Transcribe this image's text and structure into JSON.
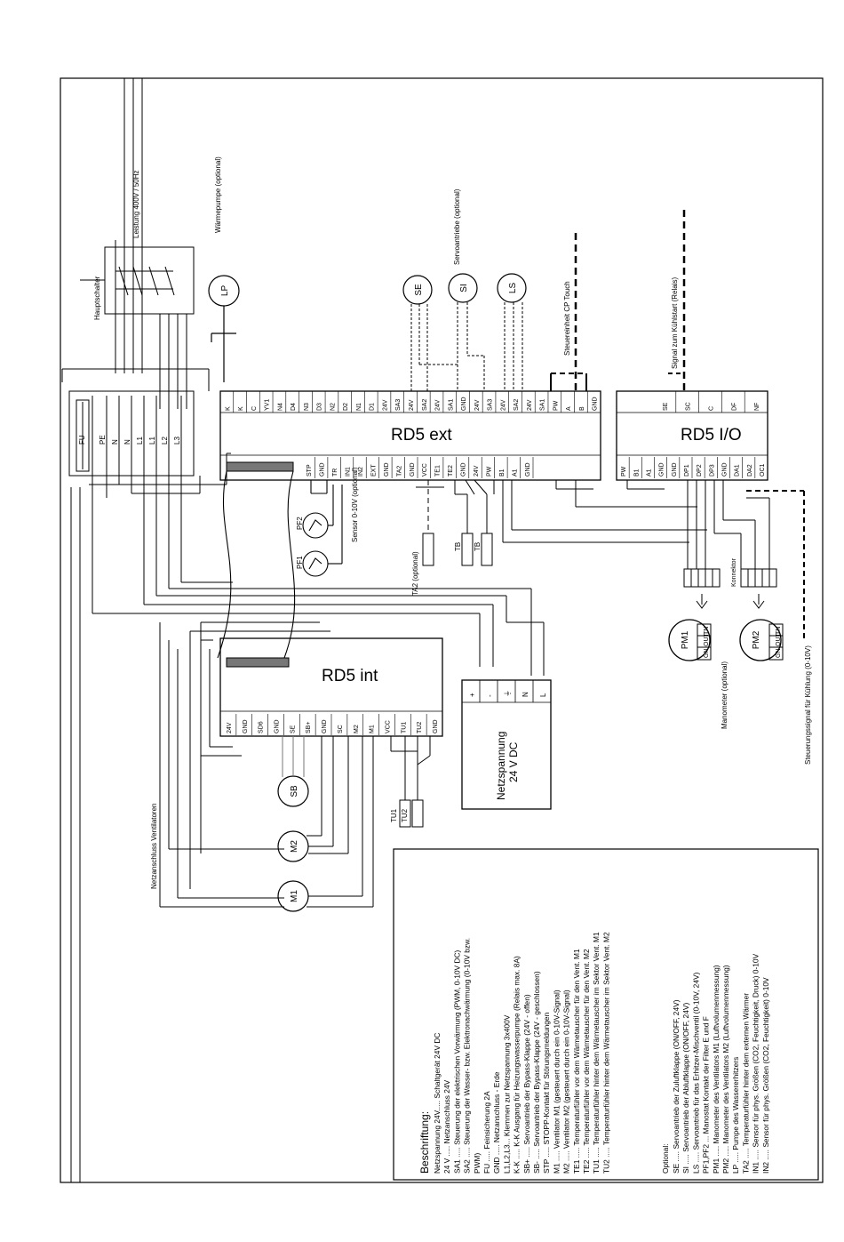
{
  "blocks": {
    "rd5_ext": "RD5 ext",
    "rd5_io": "RD5 I/O",
    "rd5_int": "RD5 int",
    "psu": "Netzspannung\n24 V DC"
  },
  "side_labels": {
    "leistung": "Leistung 400V / 50Hz",
    "hauptschalter": "Hauptschalter",
    "waermepumpe": "Wärmepumpe\n(optional)",
    "servoantriebe": "Servoantriebe\n(optional)",
    "steuereinheit": "Steuereinheit CP Touch",
    "signal_kuehl": "Signal zum Kühlstart (Relais)",
    "sensor": "Sensor 0-10V\n(optional)",
    "manometer": "Manometer\n(optional)",
    "konnektor": "Konnektor",
    "steuersignal": "Steuerungssignal für Kühlung (0-10V)",
    "netzanschluss": "Netzanschluss Ventilatoren"
  },
  "components": {
    "fu": "FU",
    "lp": "LP",
    "se": "SE",
    "si": "SI",
    "ls": "LS",
    "pf1": "PF1",
    "pf2": "PF2",
    "ta2": "TA2\n(optional)",
    "tb1": "TB",
    "tb2": "TB",
    "sb": "SB",
    "m1": "M1",
    "m2": "M2",
    "tu1": "TU1",
    "tu2": "TU2",
    "pm1": "PM1",
    "pm2": "PM2"
  },
  "terminals": {
    "ext_top": [
      "K",
      "K",
      "C",
      "YV1",
      "N4",
      "D4",
      "N3",
      "D3",
      "N2",
      "D2",
      "N1",
      "D1",
      "24V",
      "SA3",
      "24V",
      "SA2",
      "24V",
      "SA1",
      "GND",
      "24V",
      "SA3",
      "24V",
      "SA2",
      "24V",
      "SA1",
      "PW",
      "A",
      "B",
      "GND"
    ],
    "ext_bottom": [
      "STP",
      "GND",
      "TR",
      "IN1",
      "IN2",
      "EXT",
      "GND",
      "TA2",
      "GND",
      "VCC",
      "TE1",
      "TE2",
      "GND",
      "24V",
      "PW",
      "B1",
      "A1",
      "GND"
    ],
    "io_top": [
      "SE",
      "SC",
      "C",
      "DF",
      "NF"
    ],
    "io_bottom": [
      "PW",
      "B1",
      "A1",
      "GND",
      "GND",
      "DP1",
      "DP2",
      "DP3",
      "GND",
      "DA1",
      "DA2",
      "OC1"
    ],
    "int_bottom": [
      "24V",
      "GND",
      "SD6",
      "GND",
      "SE",
      "SB+",
      "GND",
      "SC",
      "M2",
      "M1",
      "VCC",
      "TU1",
      "TU2",
      "GND"
    ],
    "psu": [
      "+",
      "-",
      "⏚",
      "N",
      "L"
    ],
    "left_strip": [
      "PE",
      "N",
      "N",
      "L1",
      "L1",
      "L2",
      "L3"
    ],
    "pm": [
      "GN",
      "OUT",
      "TN"
    ]
  },
  "legend": {
    "title": "Beschriftung:",
    "lines": [
      "Netzspannung 24V..... Schaltgerät 24V DC",
      "24 V ..... Netzanschluss 24V",
      "SA1 ..... Steuerung der elektrischen Vorwärmung (PWM, 0-10V DC)",
      "SA2 ..... Steuerung der Wasser- bzw. Elektronachwärmung (0-10V bzw.",
      "PWM)",
      "FU ..... Feinsicherung 2A",
      "GND ..... Netzanschluss - Erde",
      "L1,L2,L3... Klemmen zur Netzspannung 3x400V",
      "K-K ..... K-K Ausgang für Heizungswasserpumpe (Relais max. 8A)",
      "SB+ ..... Servoantrieb der Bypass-Klappe (24V - offen)",
      "SB- ..... Servoantrieb der Bypass-Klappe (24V - geschlossen)",
      "STP ..... STOPP-Kontakt für Störungsmeldungen",
      "M1 ..... Ventilator M1 (gesteuert durch ein 0-10V-Signal)",
      "M2 ..... Ventilator M2 (gesteuert durch ein 0-10V-Signal)",
      "TE1 ..... Temperaturfühler vor dem Wärmetauscher für den Vent. M1",
      "TE2 ..... Temperaturfühler vor dem Wärmetauscher für den Vent. M2",
      "TU1 ..... Temperaturfühler hinter dem Wärmetauscher im Sektor Vent. M1",
      "TU2 ..... Temperaturfühler hinter dem Wärmetauscher im Sektor Vent. M2"
    ],
    "optional_title": "Optional:",
    "optional_lines": [
      "SE ..... Servoantrieb der Zuluftklappe (ON/OFF, 24V)",
      "SI ..... Servoantrieb der Abluftklappe (ON/OFF, 24V)",
      "LS ..... Servoantrieb für das Erhitzer-Mischventil (0-10V, 24V)",
      "PF1,PF2 ... Manostat Kontakt der Filter E und F",
      "PM1 ..... Manometer des Ventilators M1 (Luftvolumenmessung)",
      "PM2 ..... Manometer des Ventilators M2 (Luftvolumenmessung)",
      "LP ..... Pumpe des Wassererhitzers",
      "TA2 ..... Temperaturfühler hinter dem externen Wärmer",
      "IN1 ..... Sensor für phys. Größen (CO2, Feuchtigkeit, Druck) 0-10V",
      "IN2 ..... Sensor für phys. Größen (CO2, Feuchtigkeit) 0-10V"
    ]
  }
}
